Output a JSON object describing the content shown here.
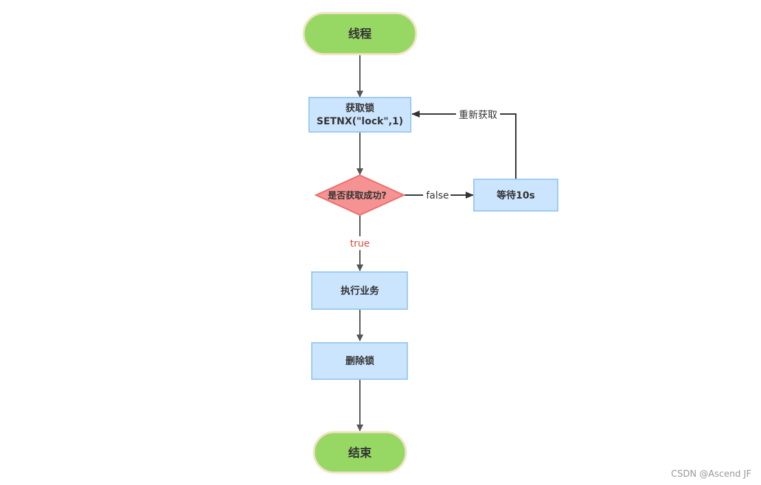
{
  "nodes": {
    "start": {
      "label": "线程"
    },
    "acquire": {
      "label_line1": "获取锁",
      "label_line2": "SETNX(\"lock\",1)"
    },
    "decision": {
      "label": "是否获取成功?"
    },
    "wait": {
      "label": "等待10s"
    },
    "execute": {
      "label": "执行业务"
    },
    "delete": {
      "label": "删除锁"
    },
    "end": {
      "label": "结束"
    }
  },
  "edges": {
    "false_label": "false",
    "true_label": "true",
    "retry_label": "重新获取"
  },
  "watermark": "CSDN @Ascend JF",
  "colors": {
    "terminal_fill": "#97d865",
    "terminal_stroke": "#f3e3c6",
    "process_fill": "#cce5ff",
    "process_stroke": "#9ccbf0",
    "decision_fill": "#f59393",
    "decision_stroke": "#ef6b6b",
    "edge": "#595959",
    "true_label": "#e0473a"
  }
}
